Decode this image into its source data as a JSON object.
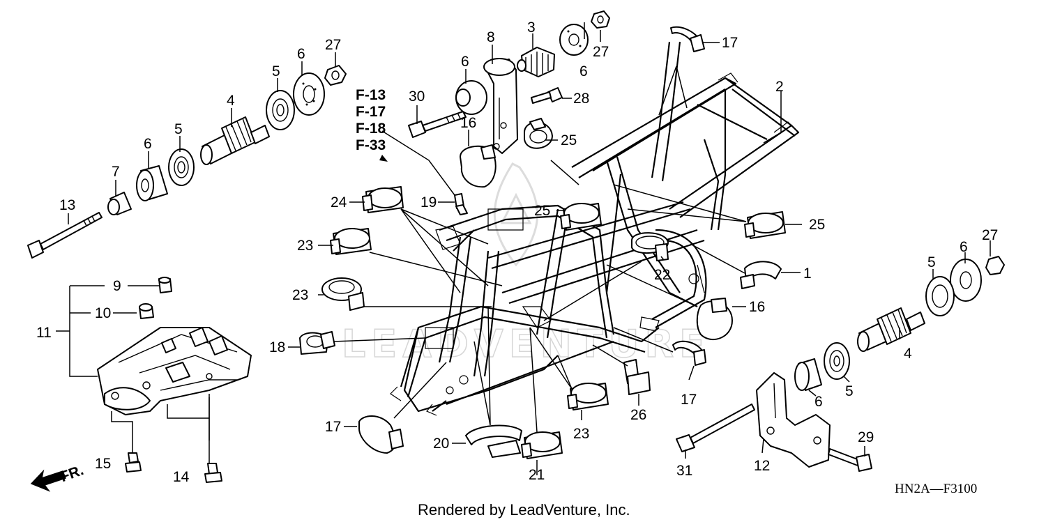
{
  "callouts": {
    "c1": "1",
    "c2": "2",
    "c3": "3",
    "c4a": "4",
    "c4b": "4",
    "c5a": "5",
    "c5b": "5",
    "c5c": "5",
    "c5d": "5",
    "c6a": "6",
    "c6b": "6",
    "c6c": "6",
    "c6d": "6",
    "c6e": "6",
    "c6f": "6",
    "c7": "7",
    "c8": "8",
    "c9": "9",
    "c10": "10",
    "c11": "11",
    "c12": "12",
    "c13": "13",
    "c14": "14",
    "c15": "15",
    "c16a": "16",
    "c16b": "16",
    "c17a": "17",
    "c17b": "17",
    "c17c": "17",
    "c18": "18",
    "c19": "19",
    "c20": "20",
    "c21": "21",
    "c22": "22",
    "c23a": "23",
    "c23b": "23",
    "c23c": "23",
    "c24": "24",
    "c25a": "25",
    "c25b": "25",
    "c25c": "25",
    "c26": "26",
    "c27a": "27",
    "c27b": "27",
    "c27c": "27",
    "c28": "28",
    "c29": "29",
    "c30": "30",
    "c31": "31"
  },
  "references": [
    "F-13",
    "F-17",
    "F-18",
    "F-33"
  ],
  "front_label": "FR.",
  "diagram_code": "HN2A—F3100",
  "watermark": "LEADVENTURE",
  "footer": "Rendered by LeadVenture, Inc."
}
